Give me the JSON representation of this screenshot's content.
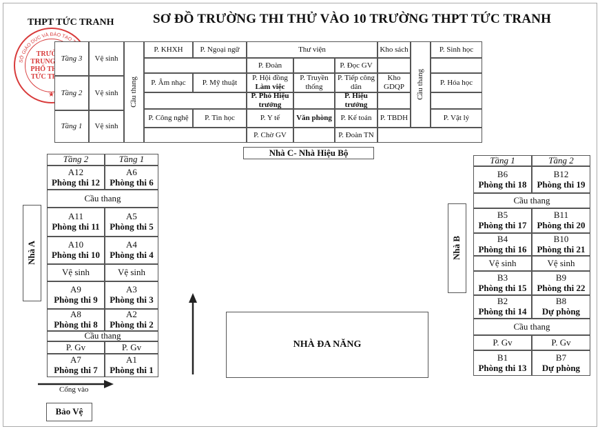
{
  "header": {
    "school": "THPT TỨC TRANH",
    "title": "SƠ ĐỒ TRƯỜNG THI THỬ VÀO 10 TRƯỜNG THPT TỨC TRANH"
  },
  "stamp": {
    "ring_text": "SỞ GIÁO DỤC VÀ ĐÀO TẠO TỈNH THÁI NGUYÊN",
    "line1": "TRƯỜNG",
    "line2": "TRUNG HỌC",
    "line3": "PHỔ THÔNG",
    "line4": "TỨC TRANH"
  },
  "house_c": {
    "label": "Nhà C- Nhà Hiệu Bộ",
    "floor3": "Tầng 3",
    "floor2": "Tầng 2",
    "floor1": "Tầng 1",
    "wc3": "Vệ sinh",
    "wc2": "Vệ sinh",
    "wc1": "Vệ sinh",
    "stairs_left": "Cầu thang",
    "stairs_right": "Cầu thang",
    "khxh": "P. KHXH",
    "ngoaingu": "P. Ngoại ngữ",
    "thuvien": "Thư viện",
    "khosach": "Kho sách",
    "sinhhoc": "P. Sinh học",
    "doan": "P. Đoàn",
    "docgv": "P. Đọc GV",
    "amnhac": "P. Âm nhạc",
    "mythuat": "P. Mỹ thuật",
    "hoidong1": "P. Hội đồng",
    "hoidong2": "Làm việc",
    "truyenthong": "P. Truyền thống",
    "tiepcongdan": "P. Tiếp công dân",
    "khogdqp": "Kho GDQP",
    "hoahoc": "P. Hóa học",
    "phohieutruong": "P. Phó Hiệu trưởng",
    "hieutruong": "P. Hiệu trưởng",
    "congnghe": "P. Công nghệ",
    "tinhoc": "P. Tin học",
    "yte": "P. Y tế",
    "vanphong": "Văn phòng",
    "ketoan": "P. Kế toán",
    "tbdh": "P. TBDH",
    "vatly": "P. Vật lý",
    "chogv": "P. Chờ GV",
    "doantn": "P. Đoàn TN"
  },
  "house_a": {
    "label": "Nhà A",
    "floor2": "Tầng 2",
    "floor1": "Tầng 1",
    "stairs1": "Cầu thang",
    "stairs2": "Cầu thang",
    "wc_left": "Vệ sinh",
    "wc_right": "Vệ sinh",
    "pgv_left": "P. Gv",
    "pgv_right": "P. Gv",
    "rooms": [
      {
        "code": "A12",
        "name": "Phòng thi 12"
      },
      {
        "code": "A6",
        "name": "Phòng thi 6"
      },
      {
        "code": "A11",
        "name": "Phòng thi 11"
      },
      {
        "code": "A5",
        "name": "Phòng thi 5"
      },
      {
        "code": "A10",
        "name": "Phòng thi 10"
      },
      {
        "code": "A4",
        "name": "Phòng thi 4"
      },
      {
        "code": "A9",
        "name": "Phòng thi 9"
      },
      {
        "code": "A3",
        "name": "Phòng thi 3"
      },
      {
        "code": "A8",
        "name": "Phòng thi 8"
      },
      {
        "code": "A2",
        "name": "Phòng thi 2"
      },
      {
        "code": "A7",
        "name": "Phòng thi 7"
      },
      {
        "code": "A1",
        "name": "Phòng thi 1"
      }
    ]
  },
  "house_b": {
    "label": "Nhà B",
    "floor1": "Tầng 1",
    "floor2": "Tầng 2",
    "stairs1": "Cầu thang",
    "stairs2": "Cầu thang",
    "wc_left": "Vệ sinh",
    "wc_right": "Vệ sinh",
    "pgv_left": "P. Gv",
    "pgv_right": "P. Gv",
    "rooms": [
      {
        "code": "B6",
        "name": "Phòng thi 18"
      },
      {
        "code": "B12",
        "name": "Phòng thi 19"
      },
      {
        "code": "B5",
        "name": "Phòng thi 17"
      },
      {
        "code": "B11",
        "name": "Phòng thi 20"
      },
      {
        "code": "B4",
        "name": "Phòng thi 16"
      },
      {
        "code": "B10",
        "name": "Phòng thi 21"
      },
      {
        "code": "B3",
        "name": "Phòng thi 15"
      },
      {
        "code": "B9",
        "name": "Phòng thi 22"
      },
      {
        "code": "B2",
        "name": "Phòng thi 14"
      },
      {
        "code": "B8",
        "name": "Dự phòng"
      },
      {
        "code": "B1",
        "name": "Phòng thi 13"
      },
      {
        "code": "B7",
        "name": "Dự phòng"
      }
    ]
  },
  "grounds": {
    "hall": "NHÀ ĐA NĂNG",
    "gate": "Cổng vào",
    "guard": "Bảo Vệ"
  }
}
